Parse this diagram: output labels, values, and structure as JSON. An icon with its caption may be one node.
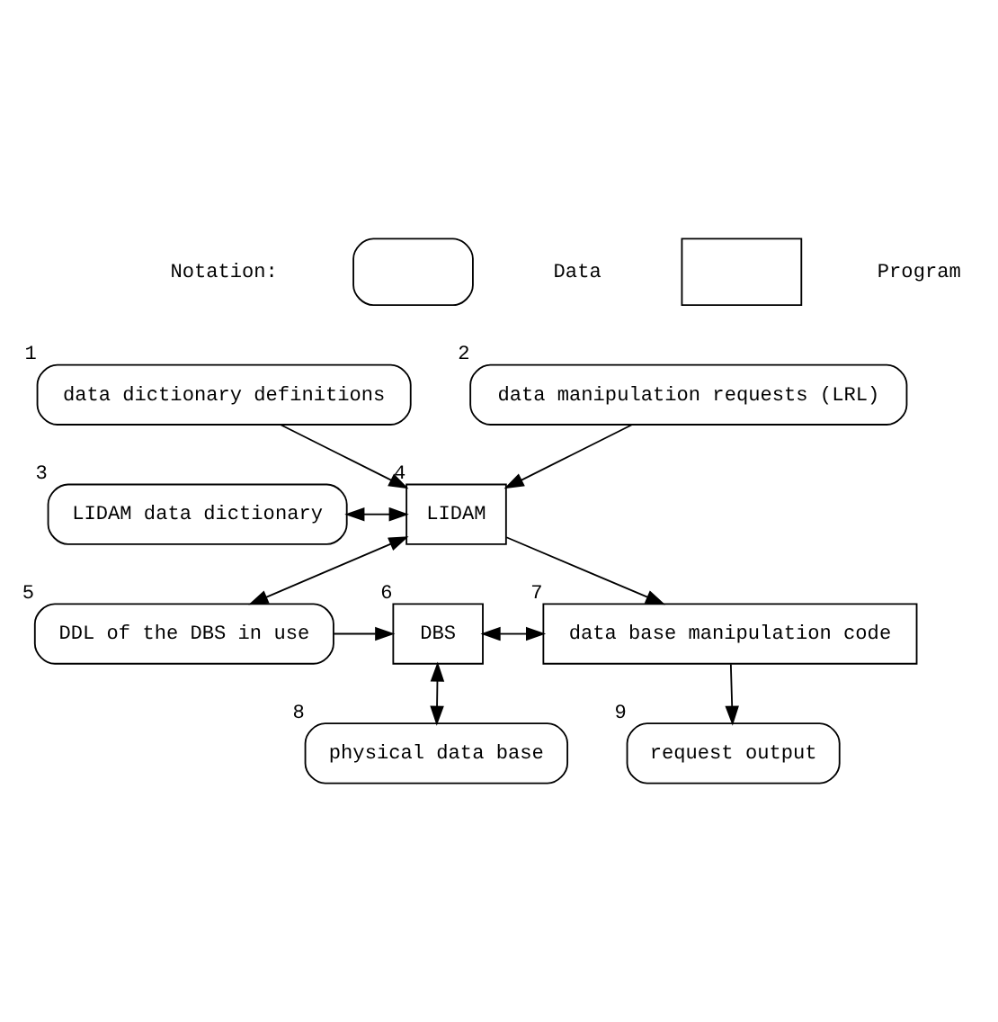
{
  "diagram": {
    "nodes": [
      {
        "text": [],
        "shape": "box"
      },
      {
        "text": [],
        "shape": "box"
      },
      {
        "text": [
          "data dictionary definitions"
        ],
        "beside": [
          "1"
        ]
      },
      {
        "text": [
          "data manipulation requests (LRL)"
        ],
        "beside": [
          "2"
        ]
      },
      {
        "text": [
          "LIDAM data dictionary"
        ],
        "beside": [
          "3"
        ]
      },
      {
        "text": [
          "LIDAM"
        ],
        "beside": [
          "4"
        ]
      },
      {
        "text": [
          "DDL of the DBS in use"
        ],
        "beside": [
          "5"
        ]
      },
      {
        "text": [
          "DBS"
        ],
        "beside": [
          "6"
        ]
      },
      {
        "text": [
          "data base manipulation code"
        ],
        "beside": [
          "7"
        ]
      },
      {
        "text": [
          "physical data base"
        ],
        "beside": [
          "8"
        ]
      },
      {
        "text": [
          "request output"
        ],
        "beside": [
          "9"
        ]
      }
    ],
    "edges": [
      {
        "from": 2,
        "to": 5,
        "arrow": "to"
      },
      {
        "from": 3,
        "to": 5,
        "arrow": "to"
      },
      {
        "from": 4,
        "to": 5,
        "arrow": "both"
      },
      {
        "from": 5,
        "to": 6,
        "arrow": "both"
      },
      {
        "from": 5,
        "to": 8,
        "arrow": "to"
      },
      {
        "from": 6,
        "to": 7,
        "arrow": "to"
      },
      {
        "from": 7,
        "to": 8,
        "arrow": "both"
      },
      {
        "from": 7,
        "to": 9,
        "arrow": "both"
      },
      {
        "from": 8,
        "to": 10,
        "arrow": "to"
      }
    ],
    "labels": [
      "Notation:"
    ],
    "legend": [
      {
        "text": "Data"
      },
      {
        "text": "Program"
      }
    ]
  }
}
